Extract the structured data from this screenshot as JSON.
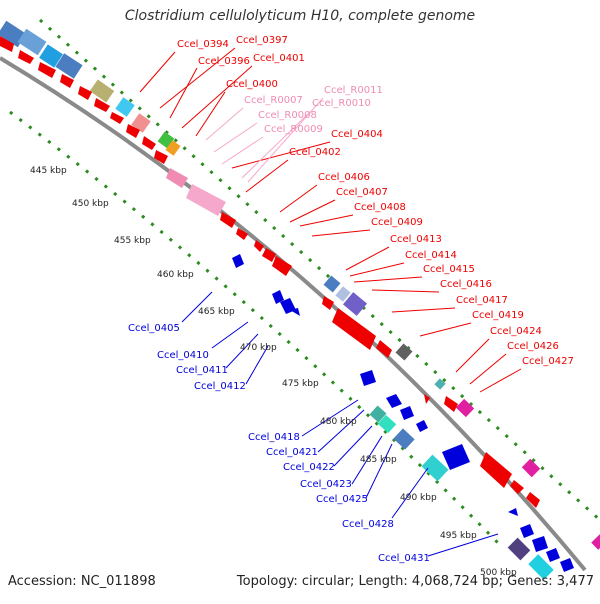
{
  "title": "Clostridium cellulolyticum H10, complete genome",
  "footer": {
    "accession": "Accession: NC_011898",
    "topology": "Topology: circular; Length: 4,068,724 bp; Genes: 3,477"
  },
  "colors": {
    "forward_gene": "#ee0000",
    "reverse_gene": "#0000dd",
    "rna": "#f08cb4",
    "backbone": "#8a8a8a",
    "tick": "#2e8b22"
  },
  "ruler": [
    "445 kbp",
    "450 kbp",
    "455 kbp",
    "460 kbp",
    "465 kbp",
    "470 kbp",
    "475 kbp",
    "480 kbp",
    "485 kbp",
    "490 kbp",
    "495 kbp",
    "500 kbp"
  ],
  "labels_forward": [
    "Ccel_0394",
    "Ccel_0397",
    "Ccel_0396",
    "Ccel_0401",
    "Ccel_0400",
    "Ccel_0404",
    "Ccel_0402",
    "Ccel_0406",
    "Ccel_0407",
    "Ccel_0408",
    "Ccel_0409",
    "Ccel_0413",
    "Ccel_0414",
    "Ccel_0415",
    "Ccel_0416",
    "Ccel_0417",
    "Ccel_0419",
    "Ccel_0424",
    "Ccel_0426",
    "Ccel_0427"
  ],
  "labels_rna": [
    "Ccel_R0011",
    "Ccel_R0010",
    "Ccel_R0007",
    "Ccel_R0008",
    "Ccel_R0009"
  ],
  "labels_reverse": [
    "Ccel_0405",
    "Ccel_0410",
    "Ccel_0411",
    "Ccel_0412",
    "Ccel_0418",
    "Ccel_0421",
    "Ccel_0422",
    "Ccel_0423",
    "Ccel_0425",
    "Ccel_0428",
    "Ccel_0431"
  ]
}
